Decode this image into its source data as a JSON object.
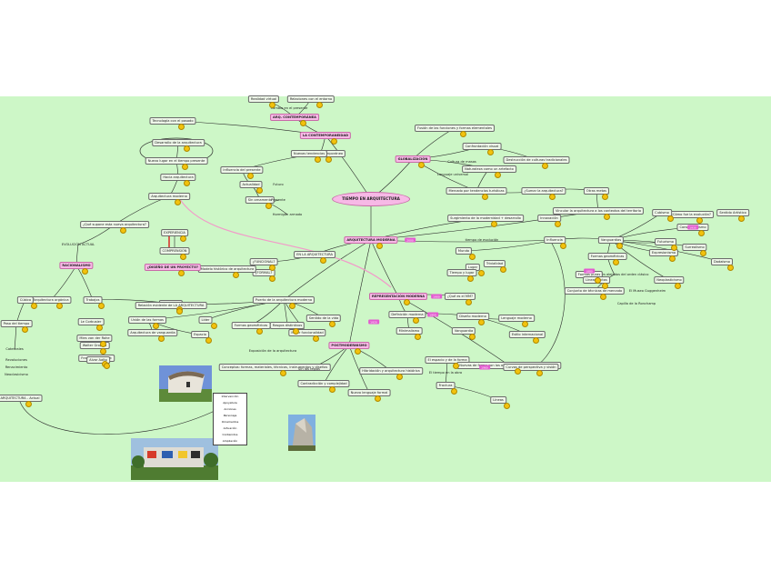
{
  "map": {
    "root": "TIEMPO EN ARQUITECTURA",
    "nodes": [
      {
        "id": "contemporaneidad",
        "text": "LA CONTEMPORANEIDAD",
        "style": "key"
      },
      {
        "id": "contemporanea",
        "text": "ARQ. CONTEMPORÁNEA",
        "style": "key"
      },
      {
        "id": "tecnologia",
        "text": "Tecnología con el pasado",
        "style": "box"
      },
      {
        "id": "realidad",
        "text": "Realidad virtual",
        "style": "box"
      },
      {
        "id": "relaciones",
        "text": "Relaciones con el entorno",
        "style": "box"
      },
      {
        "id": "cambio",
        "text": "Cambio en el presente",
        "style": "plain"
      },
      {
        "id": "paso",
        "text": "El paso a lo contemporáneo",
        "style": "box"
      },
      {
        "id": "desarrollo",
        "text": "Desarrollo de la arquitectura",
        "style": "box"
      },
      {
        "id": "pasado_presente",
        "text": "Nuevo lugar en el tiempo presente",
        "style": "box"
      },
      {
        "id": "hacia_arquitectura",
        "text": "Hacia arquitectura",
        "style": "box"
      },
      {
        "id": "arquitectura_moderna_q",
        "text": "Arquitectura moderna",
        "style": "box"
      },
      {
        "id": "influencia_pasado",
        "text": "Influencia del presente",
        "style": "box"
      },
      {
        "id": "nuevas_tendencias",
        "text": "Nuevas tendencias",
        "style": "box"
      },
      {
        "id": "actualidad",
        "text": "Actualidad",
        "style": "box"
      },
      {
        "id": "sin_ornamento",
        "text": "Sin ornamento",
        "style": "box"
      },
      {
        "id": "futuro",
        "text": "Futuro",
        "style": "plain"
      },
      {
        "id": "presente",
        "text": "Presente",
        "style": "plain"
      },
      {
        "id": "hormigon",
        "text": "Hormigón armado",
        "style": "plain"
      },
      {
        "id": "globalizacion",
        "text": "GLOBALIZACIÓN",
        "style": "key"
      },
      {
        "id": "fusion",
        "text": "Fusión de las funciones y formas elementales",
        "style": "box"
      },
      {
        "id": "confrontacion",
        "text": "Confrontación visual",
        "style": "box"
      },
      {
        "id": "cultura_masas",
        "text": "Cultura de masas",
        "style": "plain"
      },
      {
        "id": "destruccion",
        "text": "Destrucción de culturas tradicionales",
        "style": "box"
      },
      {
        "id": "naturaleza",
        "text": "Naturaleza como un artefacto",
        "style": "box"
      },
      {
        "id": "lenguaje",
        "text": "Lenguaje universal",
        "style": "plain"
      },
      {
        "id": "mercado",
        "text": "Mercado por tendencias turísticas",
        "style": "box"
      },
      {
        "id": "sumar",
        "text": "¿Sumar la arquitectura?",
        "style": "box"
      },
      {
        "id": "otras",
        "text": "Otras metas",
        "style": "box"
      },
      {
        "id": "vinculo",
        "text": "Vincular la arquitectura a los contextos del territorio",
        "style": "box"
      },
      {
        "id": "moderna",
        "text": "ARQUITECTURA MODERNA",
        "style": "key"
      },
      {
        "id": "surgimiento",
        "text": "Surgimiento de la modernidad + desarrollo",
        "style": "box"
      },
      {
        "id": "tiempo_ev",
        "text": "tiempo de evolución",
        "style": "plain"
      },
      {
        "id": "innovacion",
        "text": "Innovación",
        "style": "box"
      },
      {
        "id": "influencia",
        "text": "Influencia",
        "style": "box"
      },
      {
        "id": "vanguardias",
        "text": "Vanguardias",
        "style": "box"
      },
      {
        "id": "evolucion_q",
        "text": "¿Cómo fue la evolución?",
        "style": "box"
      },
      {
        "id": "cubismo",
        "text": "Cubismo",
        "style": "box"
      },
      {
        "id": "constructivismo",
        "text": "Constructivismo",
        "style": "box"
      },
      {
        "id": "futurismo",
        "text": "Futurismo",
        "style": "box"
      },
      {
        "id": "surrealismo",
        "text": "Surrealismo",
        "style": "box"
      },
      {
        "id": "expresionismo",
        "text": "Expresionismo",
        "style": "box"
      },
      {
        "id": "dadaismo",
        "text": "Dadaísmo",
        "style": "box"
      },
      {
        "id": "neoplasticismo",
        "text": "Neoplasticismo",
        "style": "box"
      },
      {
        "id": "formas",
        "text": "Formas geométricas",
        "style": "box"
      },
      {
        "id": "sentido",
        "text": "Sentido Artístico",
        "style": "box"
      },
      {
        "id": "nuevos_ideales",
        "text": "Nuevos ideales alejados del orden clásico",
        "style": "plain"
      },
      {
        "id": "conjunto",
        "text": "Conjunto de técnicas de mercado",
        "style": "box"
      },
      {
        "id": "formas_puras",
        "text": "Formas puras",
        "style": "box"
      },
      {
        "id": "lineas",
        "text": "Líneas rectas",
        "style": "box"
      },
      {
        "id": "guggenheim",
        "text": "El Museo Guggenheim",
        "style": "plain"
      },
      {
        "id": "capilla",
        "text": "Capilla de la Ronchamp",
        "style": "plain"
      },
      {
        "id": "trivialidad",
        "text": "Trivialidad",
        "style": "box"
      },
      {
        "id": "arquitectura",
        "text": "EN LA ARQUITECTURA",
        "style": "box"
      },
      {
        "id": "funcional",
        "text": "¿FUNCIONAL?",
        "style": "box"
      },
      {
        "id": "formal",
        "text": "¿FORMAL?",
        "style": "box"
      },
      {
        "id": "modelo",
        "text": "Modelo histórico de arquitectura",
        "style": "box"
      },
      {
        "id": "diseno",
        "text": "¿DISEÑO DE UN PROYECTO?",
        "style": "key"
      },
      {
        "id": "experiencia",
        "text": "EXPERIENCIA",
        "style": "box"
      },
      {
        "id": "comprension",
        "text": "COMPRENSIÓN",
        "style": "box"
      },
      {
        "id": "arquitectura_actual",
        "text": "¿Qué supone esta nueva arquitectura?",
        "style": "box"
      },
      {
        "id": "evolucion_actual",
        "text": "EVOLUCIÓN ACTUAL",
        "style": "plain"
      },
      {
        "id": "racionalismo",
        "text": "RACIONALISMO",
        "style": "key"
      },
      {
        "id": "organica",
        "text": "Arquitectura orgánica",
        "style": "box"
      },
      {
        "id": "cubica",
        "text": "Cúbica",
        "style": "box"
      },
      {
        "id": "trabajos",
        "text": "Trabajos",
        "style": "box"
      },
      {
        "id": "planta",
        "text": "Planta libre",
        "style": "box"
      },
      {
        "id": "paso_del_tiempo",
        "text": "Relación evidente de LA ARQUITECTURA",
        "style": "box"
      },
      {
        "id": "puerto",
        "text": "Puerto de la arquitectura moderna",
        "style": "box"
      },
      {
        "id": "union",
        "text": "Unión de las formas",
        "style": "box"
      },
      {
        "id": "lider",
        "text": "Líder",
        "style": "box"
      },
      {
        "id": "formas_geometricas",
        "text": "Formas geométricas",
        "style": "box"
      },
      {
        "id": "modernidad_arq",
        "text": "Rasgos distintivos",
        "style": "box"
      },
      {
        "id": "mejor",
        "text": "Mejor funcionalidad",
        "style": "box"
      },
      {
        "id": "sentido_vida",
        "text": "Sentido de la vida",
        "style": "box"
      },
      {
        "id": "espacio",
        "text": "Espacio",
        "style": "box"
      },
      {
        "id": "exposicion",
        "text": "Exposición de la arquitectura",
        "style": "plain"
      },
      {
        "id": "conceptos",
        "text": "Conceptos: formas, materiales, técnicas, instrumentos y diseños",
        "style": "box"
      },
      {
        "id": "arquitectura_exp",
        "text": "Arquitectura de vanguardia",
        "style": "box"
      },
      {
        "id": "representacion",
        "text": "REPRESENTACIÓN MODERNA",
        "style": "key"
      },
      {
        "id": "que_es",
        "text": "¿Qué es el MM?",
        "style": "box"
      },
      {
        "id": "definicion",
        "text": "Definición moderna",
        "style": "box"
      },
      {
        "id": "diseno_mod",
        "text": "Diseño moderno",
        "style": "box"
      },
      {
        "id": "lenguaje_mod",
        "text": "Lenguaje moderno",
        "style": "box"
      },
      {
        "id": "estilo",
        "text": "Estilo internacional",
        "style": "box"
      },
      {
        "id": "vanguardia",
        "text": "Vanguardia",
        "style": "box"
      },
      {
        "id": "minimalismo",
        "text": "Minimalismo",
        "style": "box"
      },
      {
        "id": "postmodernismo",
        "text": "POSTMODERNISMO",
        "style": "key"
      },
      {
        "id": "sin_reglas",
        "text": "Sin las reglas",
        "style": "plain"
      },
      {
        "id": "contradiccion",
        "text": "Contradicción y complejidad",
        "style": "box"
      },
      {
        "id": "nuevo_lenguaje",
        "text": "Nuevo lenguaje formal",
        "style": "box"
      },
      {
        "id": "hibridacion",
        "text": "Hibridación y arquitectura histórica",
        "style": "box"
      },
      {
        "id": "el_tiempo",
        "text": "El tiempo en la obra",
        "style": "plain"
      },
      {
        "id": "el_espacio",
        "text": "El espacio y de la forma",
        "style": "box"
      },
      {
        "id": "fractura",
        "text": "Fractura",
        "style": "box"
      },
      {
        "id": "lineas_temp",
        "text": "Líneas",
        "style": "box"
      },
      {
        "id": "nuevas_formas",
        "text": "Nuevas de forma con los objetos del proyecto arquitectónico",
        "style": "box"
      },
      {
        "id": "curvas",
        "text": "Curvas de perspectiva y visión",
        "style": "box"
      },
      {
        "id": "lugar",
        "text": "Lugar",
        "style": "box"
      },
      {
        "id": "tiempo_lugar",
        "text": "Tiempo y lugar",
        "style": "box"
      },
      {
        "id": "mundo",
        "text": "Mundo",
        "style": "box"
      },
      {
        "id": "le_corbusier",
        "text": "Le Corbusier",
        "style": "box"
      },
      {
        "id": "mies",
        "text": "Mies van der Rohe",
        "style": "box"
      },
      {
        "id": "gropius",
        "text": "Walter Gropius",
        "style": "box"
      },
      {
        "id": "wright",
        "text": "Frank Lloyd Wright",
        "style": "box"
      },
      {
        "id": "aalto",
        "text": "Alvar Aalto",
        "style": "box"
      },
      {
        "id": "paso_tiempo",
        "text": "Paso del tiempo",
        "style": "box"
      },
      {
        "id": "catedrales",
        "text": "Catedrales",
        "style": "plain"
      },
      {
        "id": "revoluciones",
        "text": "Revoluciones",
        "style": "plain"
      },
      {
        "id": "renacimiento",
        "text": "Renacimiento",
        "style": "plain"
      },
      {
        "id": "neoclasicismo",
        "text": "Neoclasicismo",
        "style": "plain"
      },
      {
        "id": "arq_actual",
        "text": "ARQUITECTURA - Actual",
        "style": "box"
      }
    ],
    "tags": [
      "2000",
      "1900",
      "1950",
      "1920",
      "1960",
      "1880",
      "1930"
    ],
    "legend": [
      "Intervención",
      "Apoyatura",
      "Acciones",
      "Personaje",
      "Ornamentos",
      "Actuación",
      "Contenidos",
      "Ampliación"
    ]
  },
  "palette": {
    "background": "#cdf7c7",
    "node_fill": "#eef7e9",
    "key_fill": "#f7b9e6",
    "tag_fill": "#e35bd0",
    "link": "#2b2b2b",
    "highlight_link": "#f29ac9",
    "arrow": "#d81b1b",
    "smiley": "#f2c20d"
  }
}
